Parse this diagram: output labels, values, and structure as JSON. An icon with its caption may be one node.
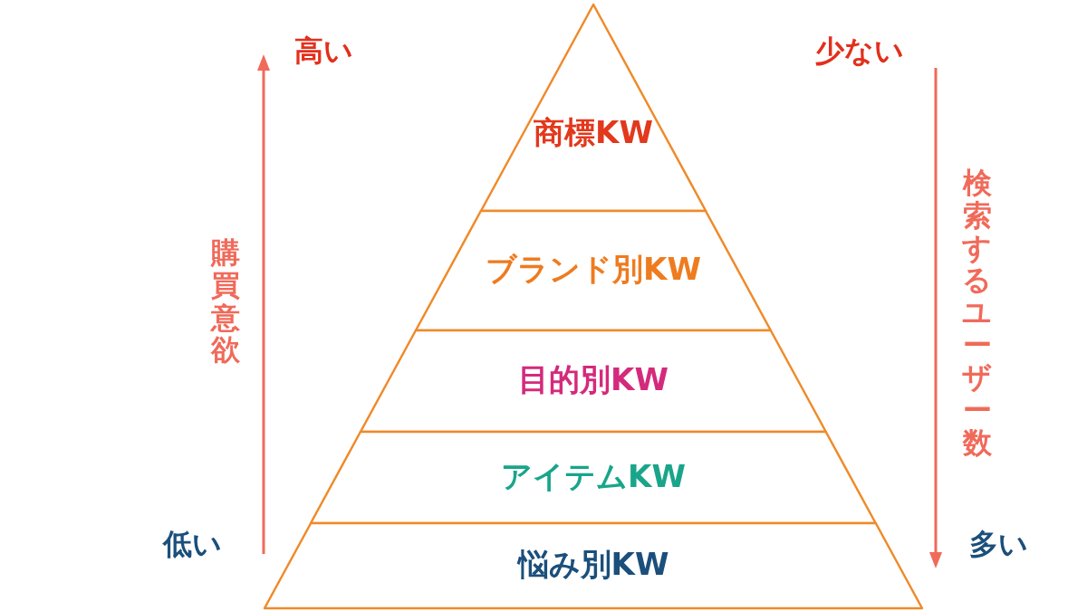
{
  "diagram": {
    "nodes": [
      {
        "text": [
          "商標KW"
        ]
      },
      {
        "text": [
          "ブランド別KW"
        ]
      },
      {
        "text": [
          "目的別KW"
        ]
      },
      {
        "text": [
          "アイテムKW"
        ]
      },
      {
        "text": [
          "悩み別KW"
        ]
      }
    ],
    "labels": [
      "高い",
      "少ない",
      "購買意欲",
      "検索するユーザー数",
      "低い",
      "多い"
    ]
  }
}
